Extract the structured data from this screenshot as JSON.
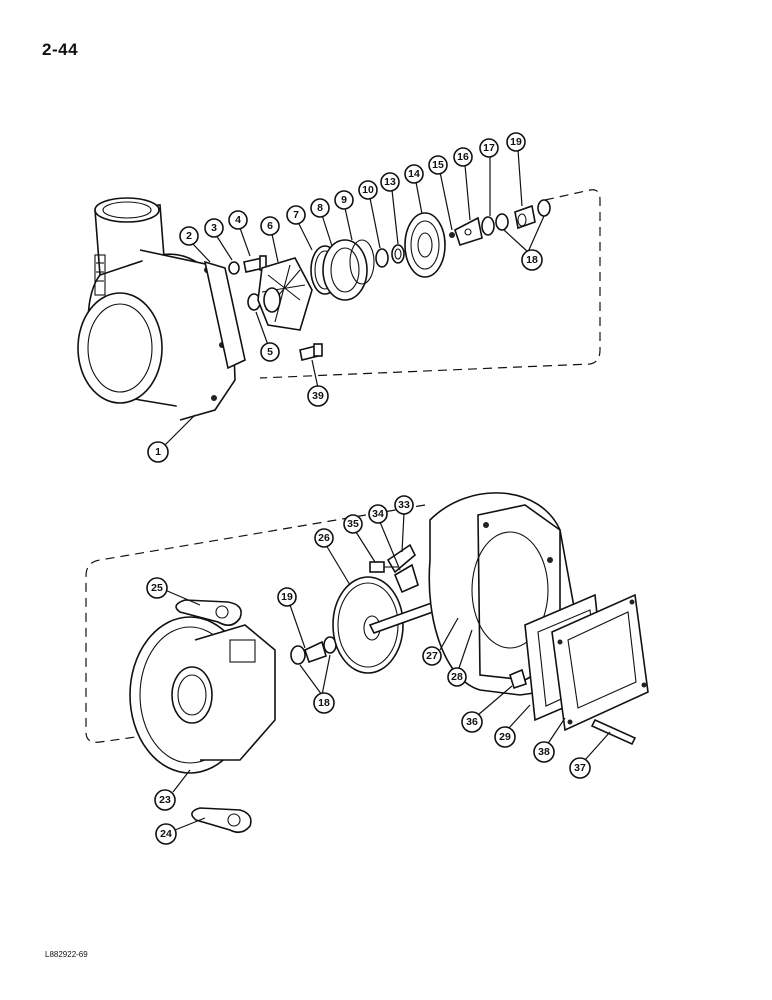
{
  "page": {
    "number": "2-44",
    "figure_code": "L882922-69"
  },
  "callouts": [
    "1",
    "2",
    "3",
    "4",
    "5",
    "6",
    "7",
    "8",
    "9",
    "10",
    "13",
    "14",
    "15",
    "16",
    "17",
    "19",
    "18",
    "39",
    "33",
    "34",
    "35",
    "26",
    "25",
    "19",
    "18",
    "27",
    "28",
    "36",
    "29",
    "38",
    "37",
    "23",
    "24"
  ]
}
